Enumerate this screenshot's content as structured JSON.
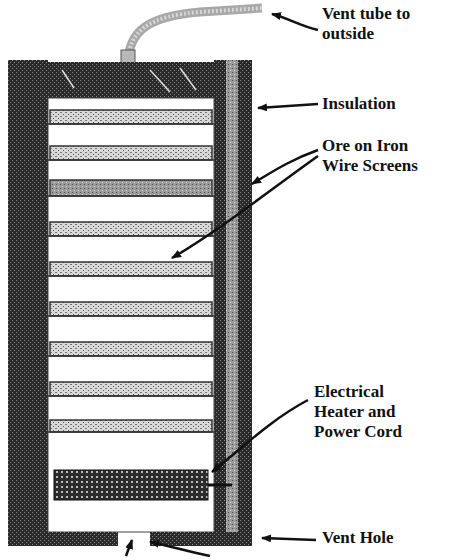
{
  "diagram": {
    "labels": [
      "Vent tube to outside",
      "Insulation",
      "Ore on Iron Wire Screens",
      "Electrical Heater and Power Cord",
      "Vent Hole"
    ]
  }
}
